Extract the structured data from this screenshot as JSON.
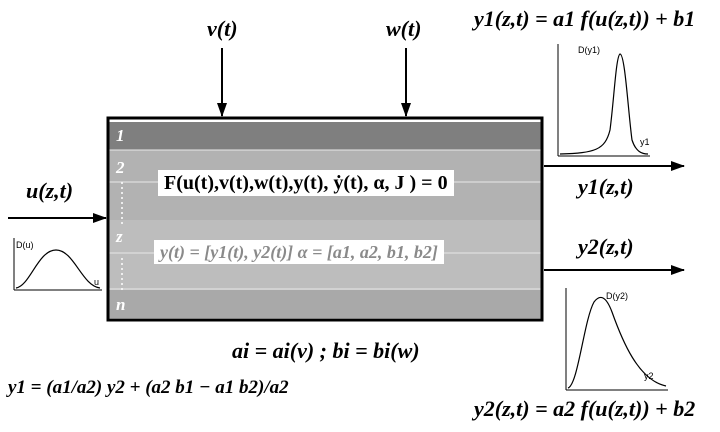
{
  "inputs": {
    "v": "v(t)",
    "w": "w(t)",
    "u": "u(z,t)"
  },
  "block": {
    "layer_labels": [
      "1",
      "2",
      "z",
      "n"
    ],
    "process_equation": "F(u(t),v(t),w(t),y(t), ẏ(t), α, J ) = 0",
    "state_equation": "y(t) = [y1(t), y2(t)]   α = [a1, a2, b1, b2]"
  },
  "outputs": {
    "y1": "y1(z,t)",
    "y2": "y2(z,t)"
  },
  "formulas": {
    "y1_top": "y1(z,t) = a1 f(u(z,t)) + b1",
    "y2_bottom": "y2(z,t) = a2 f(u(z,t)) + b2",
    "params": "ai = ai(v) ;   bi = bi(w)",
    "relation": "y1 = (a1/a2) y2 + (a2 b1 − a1 b2)/a2"
  },
  "plots": {
    "u": {
      "ylabel": "D(u)",
      "xlabel": "u"
    },
    "y1": {
      "ylabel": "D(y1)",
      "xlabel": "y1"
    },
    "y2": {
      "ylabel": "D(y2)",
      "xlabel": "y2"
    }
  },
  "colors": {
    "band_dark": "#7f7f7f",
    "band_mid": "#a8a8a8",
    "band_light": "#bdbdbd",
    "state_text": "#8a8a8a"
  }
}
